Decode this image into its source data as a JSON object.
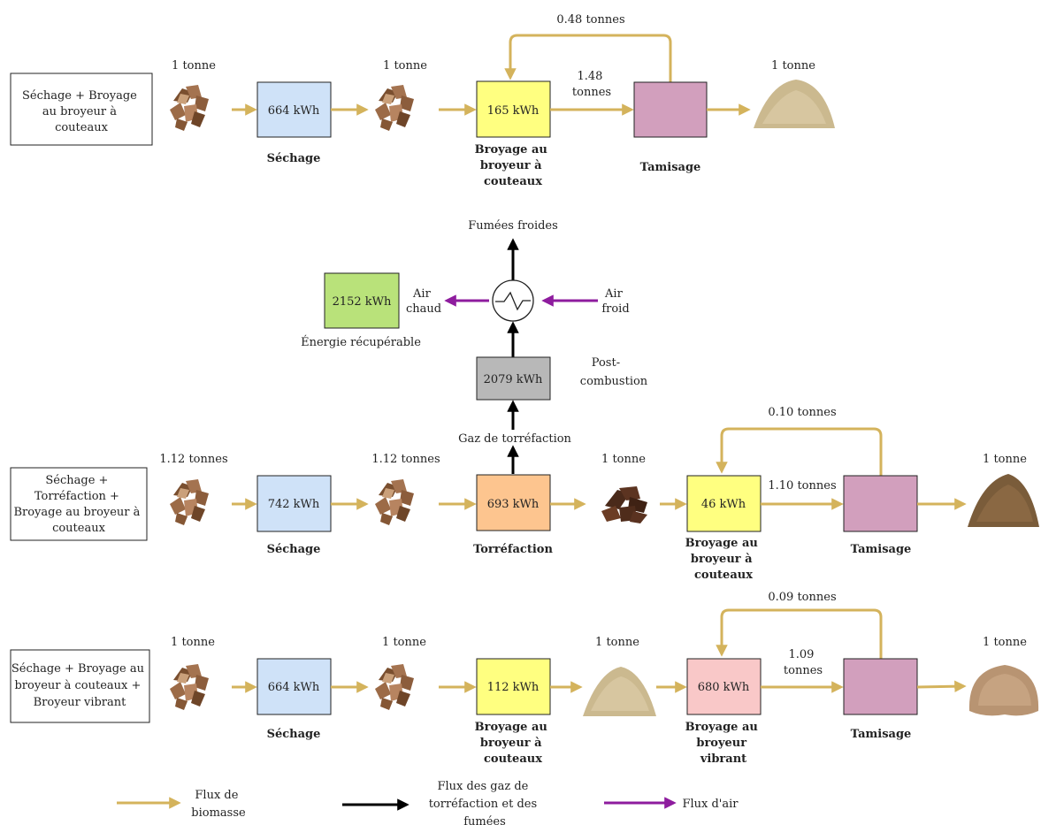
{
  "colors": {
    "biomass_flow": "#d4b35c",
    "gas_flow": "#000000",
    "air_flow": "#8e1c9e",
    "drying": "#cfe2f8",
    "grinding": "#ffff80",
    "sieving": "#d29fbd",
    "torrefaction": "#fdc58f",
    "post_combustion": "#b8b8b8",
    "recoverable": "#b9e27a",
    "vibrating": "#f9c8c8"
  },
  "icons": {
    "raw_chips": "wood-chips-icon",
    "torrefied_chips": "torrefied-chips-icon",
    "powder": "powder-pile-icon",
    "heat_exchanger": "heat-exchanger-icon"
  },
  "row1": {
    "description": [
      "Séchage + Broyage",
      "au broyeur à",
      "couteaux"
    ],
    "mass_in": "1 tonne",
    "mass_after_drying": "1 tonne",
    "drying_energy": "664 kWh",
    "drying_caption": "Séchage",
    "grinding_energy": "165 kWh",
    "grinding_caption": [
      "Broyage au",
      "broyeur à",
      "couteaux"
    ],
    "flow_to_sieve": [
      "1.48",
      "tonnes"
    ],
    "recycle": "0.48 tonnes",
    "sieving_caption": "Tamisage",
    "mass_out": "1 tonne"
  },
  "gas_branch": {
    "cold_fumes": "Fumées froides",
    "hot_air": [
      "Air",
      "chaud"
    ],
    "cold_air": [
      "Air",
      "froid"
    ],
    "recoverable_energy": "2152 kWh",
    "recoverable_caption": "Énergie récupérable",
    "post_combustion_energy": "2079 kWh",
    "post_combustion_caption": [
      "Post-",
      "combustion"
    ],
    "torrefaction_gas": "Gaz de torréfaction"
  },
  "row2": {
    "description": [
      "Séchage +",
      "Torréfaction +",
      "Broyage au broyeur à",
      "couteaux"
    ],
    "mass_in": "1.12 tonnes",
    "mass_after_drying": "1.12 tonnes",
    "drying_energy": "742 kWh",
    "drying_caption": "Séchage",
    "torrefaction_energy": "693 kWh",
    "torrefaction_caption": "Torréfaction",
    "mass_after_torrefaction": "1 tonne",
    "grinding_energy": "46 kWh",
    "grinding_caption": [
      "Broyage au",
      "broyeur à",
      "couteaux"
    ],
    "flow_to_sieve": "1.10 tonnes",
    "recycle": "0.10 tonnes",
    "sieving_caption": "Tamisage",
    "mass_out": "1 tonne"
  },
  "row3": {
    "description": [
      "Séchage + Broyage au",
      "broyeur à couteaux +",
      "Broyeur vibrant"
    ],
    "mass_in": "1 tonne",
    "mass_after_drying": "1 tonne",
    "drying_energy": "664 kWh",
    "drying_caption": "Séchage",
    "grinding_energy": "112 kWh",
    "grinding_caption": [
      "Broyage au",
      "broyeur à",
      "couteaux"
    ],
    "mass_after_grinding": "1 tonne",
    "vibrating_energy": "680 kWh",
    "vibrating_caption": [
      "Broyage au",
      "broyeur",
      "vibrant"
    ],
    "flow_to_sieve": [
      "1.09",
      "tonnes"
    ],
    "recycle": "0.09 tonnes",
    "sieving_caption": "Tamisage",
    "mass_out": "1 tonne"
  },
  "legend": {
    "biomass": [
      "Flux de",
      "biomasse"
    ],
    "gas": [
      "Flux des gaz de",
      "torréfaction et des",
      "fumées"
    ],
    "air": "Flux d'air"
  }
}
